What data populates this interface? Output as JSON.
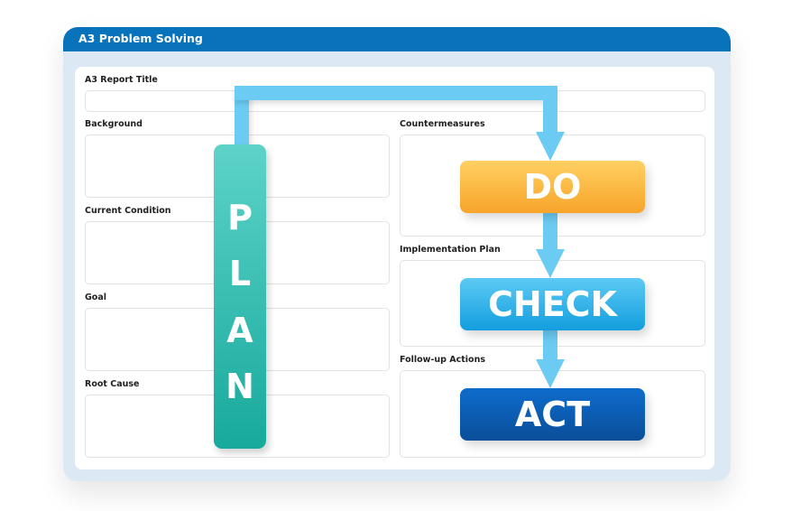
{
  "window": {
    "title": "A3 Problem Solving"
  },
  "form": {
    "report_title_label": "A3 Report Title",
    "report_title_value": "",
    "left_sections": [
      {
        "label": "Background",
        "value": ""
      },
      {
        "label": "Current Condition",
        "value": ""
      },
      {
        "label": "Goal",
        "value": ""
      },
      {
        "label": "Root Cause",
        "value": ""
      }
    ],
    "right_sections": [
      {
        "label": "Countermeasures",
        "value": ""
      },
      {
        "label": "Implementation Plan",
        "value": ""
      },
      {
        "label": "Follow-up Actions",
        "value": ""
      }
    ]
  },
  "pdca": {
    "plan_letters": [
      "P",
      "L",
      "A",
      "N"
    ],
    "do_label": "DO",
    "check_label": "CHECK",
    "act_label": "ACT"
  },
  "colors": {
    "titlebar": "#0872bb",
    "frame": "#dce9f4",
    "arrow": "#6ccbf3",
    "plan": "#17a99c",
    "do": "#f7a42a",
    "check": "#139ede",
    "act": "#0a4e99"
  }
}
